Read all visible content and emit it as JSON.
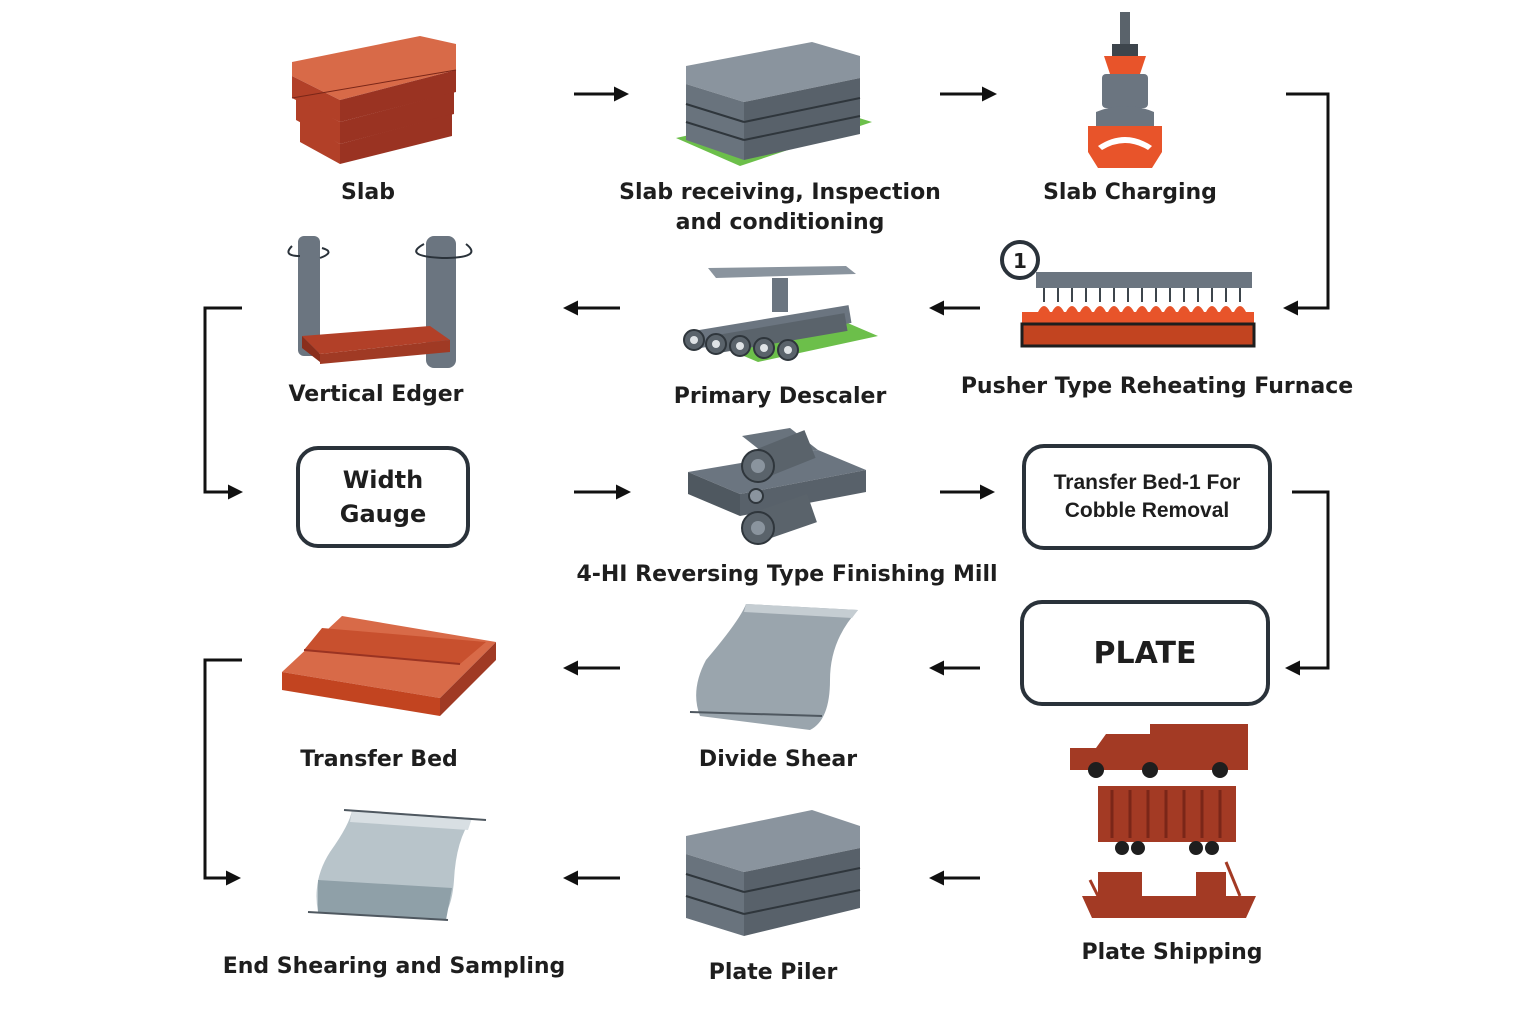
{
  "steps": {
    "slab": "Slab",
    "slab_receiving_line1": "Slab receiving, Inspection",
    "slab_receiving_line2": "and conditioning",
    "slab_charging": "Slab Charging",
    "reheating_furnace": "Pusher Type Reheating Furnace",
    "furnace_badge": "1",
    "primary_descaler": "Primary Descaler",
    "vertical_edger": "Vertical Edger",
    "width_gauge_line1": "Width",
    "width_gauge_line2": "Gauge",
    "finishing_mill": "4-HI Reversing Type Finishing Mill",
    "transfer_bed1_line1": "Transfer Bed-1 For",
    "transfer_bed1_line2": "Cobble Removal",
    "plate": "PLATE",
    "divide_shear": "Divide Shear",
    "transfer_bed": "Transfer Bed",
    "end_shearing": "End Shearing and Sampling",
    "plate_piler": "Plate Piler",
    "plate_shipping": "Plate Shipping"
  },
  "colors": {
    "slab_red": "#c8502e",
    "steel_gray": "#6b7580",
    "grass_green": "#6cbf4a",
    "accent_orange": "#e8542a",
    "outline": "#2a323a"
  }
}
